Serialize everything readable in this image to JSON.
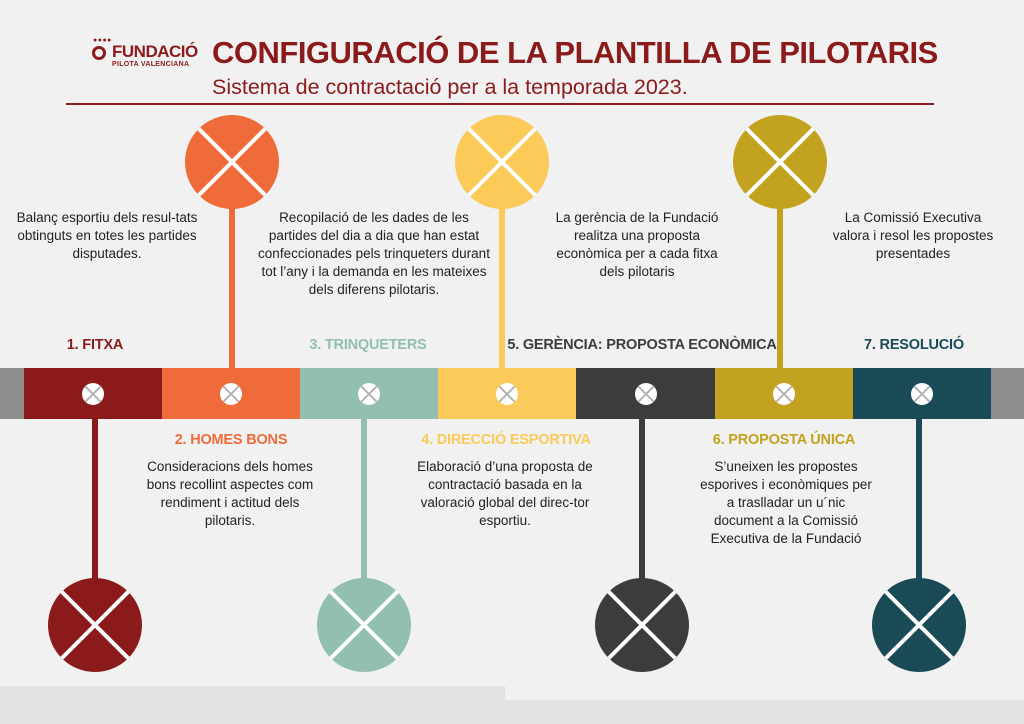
{
  "header": {
    "logo_name": "FUNDACIÓ",
    "logo_sub": "PILOTA VALENCIANA",
    "title": "CONFIGURACIÓ DE LA PLANTILLA DE PILOTARIS",
    "subtitle": "Sistema de contractació per a la temporada 2023."
  },
  "colors": {
    "title": "#8b1a1a",
    "step1": "#8b1a1a",
    "step2": "#ef6b3a",
    "step3": "#93bfae",
    "step4": "#fbca58",
    "step5": "#3c3c3c",
    "step6": "#c2a21f",
    "step7": "#1a4a55",
    "track": "#8e8e8e"
  },
  "steps": [
    {
      "label": "1. FITXA",
      "description": "Balanç esportiu dels resul-tats obtinguts en totes les partides disputades."
    },
    {
      "label": "2. HOMES BONS",
      "description": "Consideracions dels homes bons recollint aspectes com rendiment i actitud dels pilotaris."
    },
    {
      "label": "3. TRINQUETERS",
      "description": "Recopilació de les dades de les partides del dia a dia que han estat confeccionades pels trinqueters durant tot l’any i la demanda en les mateixes dels diferens pilotaris."
    },
    {
      "label": "4. DIRECCIÓ ESPORTIVA",
      "description": "Elaboració d’una proposta de contractació basada en la valoració global del direc-tor esportiu."
    },
    {
      "label": "5. GERÈNCIA: PROPOSTA ECONÒMICA",
      "description": "La gerència de la Fundació realitza una proposta econòmica per a cada fitxa dels pilotaris"
    },
    {
      "label": "6. PROPOSTA ÚNICA",
      "description": "S’uneixen les propostes esporives i econòmiques per a traslladar un u´nic document a la Comissió Executiva de la Fundació"
    },
    {
      "label": "7. RESOLUCIÓ",
      "description": "La Comissió Executiva valora i resol les propostes presentades"
    }
  ]
}
